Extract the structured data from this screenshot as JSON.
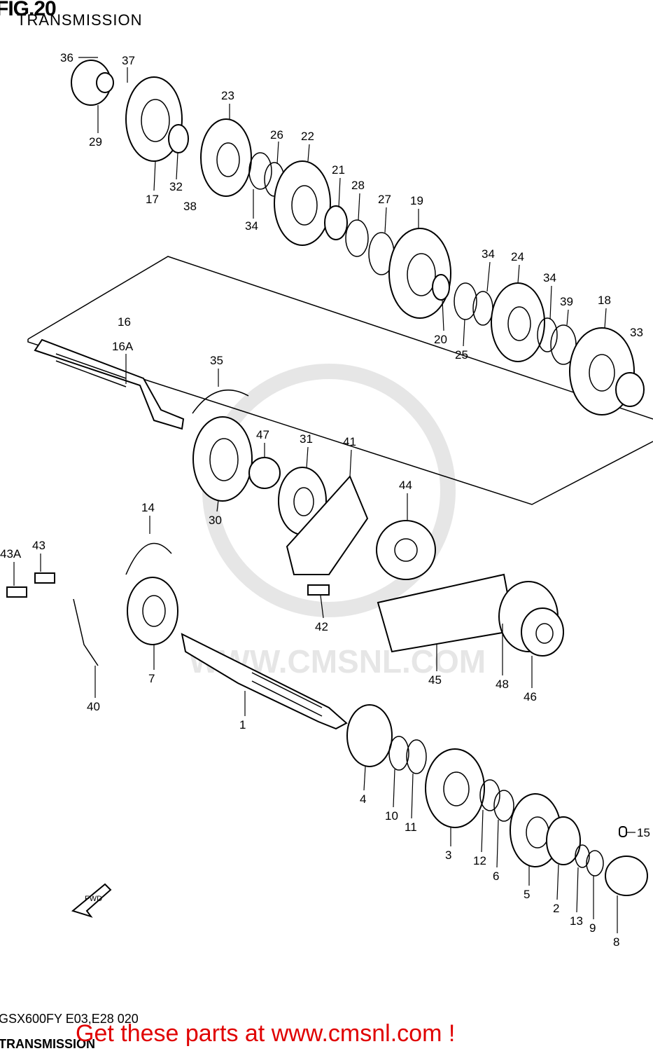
{
  "diagram": {
    "title": "FIG.20",
    "subtitle": "TRANSMISSION",
    "model_code": "GSX600FY E03,E28 020",
    "footer_title": "TRANSMISSION",
    "call_to_action": "Get these parts at www.cmsnl.com !",
    "watermark": "WWW.CMSNL.COM",
    "forward_marker": "FWD",
    "accent_color": "#e00000",
    "callouts": [
      "36",
      "37",
      "29",
      "17",
      "32",
      "38",
      "23",
      "26",
      "22",
      "34",
      "21",
      "28",
      "27",
      "19",
      "34",
      "24",
      "34",
      "39",
      "18",
      "33",
      "20",
      "25",
      "16",
      "16A",
      "35",
      "47",
      "31",
      "41",
      "30",
      "44",
      "14",
      "43A",
      "43",
      "42",
      "7",
      "40",
      "1",
      "45",
      "48",
      "46",
      "4",
      "10",
      "11",
      "3",
      "12",
      "6",
      "5",
      "2",
      "13",
      "9",
      "8",
      "15"
    ]
  }
}
